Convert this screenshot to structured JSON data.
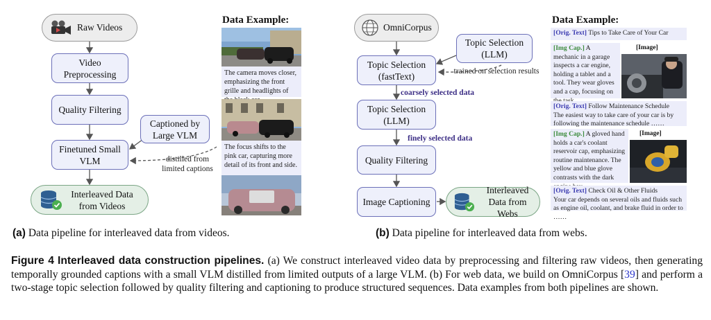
{
  "left": {
    "raw_videos": "Raw Videos",
    "video_preprocessing": "Video Preprocessing",
    "quality_filtering": "Quality Filtering",
    "captioned_by": "Captioned by Large VLM",
    "finetuned": "Finetuned Small VLM",
    "distilled": "distilled from limited captions",
    "interleaved": "Interleaved Data from Videos",
    "example_title": "Data Example:",
    "example_text1": "The camera moves closer, emphasizing the front grille and headlights of the black car.",
    "example_text2": "The focus shifts to the pink car, capturing more detail of its front and side."
  },
  "right": {
    "omnicorpus": "OmniCorpus",
    "topic_fasttext": "Topic Selection (fastText)",
    "topic_llm_side": "Topic Selection (LLM)",
    "trained_on": "trained on selection results",
    "coarse": "coarsely selected data",
    "topic_llm": "Topic Selection (LLM)",
    "fine": "finely selected data",
    "quality_filtering": "Quality Filtering",
    "image_captioning": "Image Captioning",
    "interleaved": "Interleaved Data from Webs",
    "example_title": "Data Example:",
    "orig_tag": "[Orig. Text]",
    "img_cap_tag": "[Img Cap.]",
    "image_tag": "[Image]",
    "web1": "Tips to Take Care of Your Car",
    "web2": "A mechanic in a garage inspects a car engine, holding a tablet and a tool. They wear gloves and a cap, focusing on the task.",
    "web3_title": "Follow Maintenance Schedule",
    "web3_body": "The easiest way to take care of your car is by following the maintenance schedule ……",
    "web4": "A gloved hand holds a car's coolant reservoir cap, emphasizing routine maintenance. The yellow and blue glove contrasts with the dark engine bay",
    "web5_title": "Check Oil & Other Fluids",
    "web5_body": "Your car depends on several oils and fluids such as engine oil, coolant, and brake fluid in order to ……"
  },
  "subcaptions": {
    "a_label": "(a)",
    "a_text": "Data pipeline for interleaved data from videos.",
    "b_label": "(b)",
    "b_text": "Data pipeline for interleaved data from webs."
  },
  "caption": {
    "label": "Figure 4",
    "title": "Interleaved data construction pipelines.",
    "text1": "(a) We construct interleaved video data by preprocessing and filtering raw videos, then generating temporally grounded captions with a small VLM distilled from limited outputs of a large VLM. (b) For web data, we build on OmniCorpus [",
    "cite": "39",
    "text2": "] and perform a two-stage topic selection followed by quality filtering and captioning to produce structured sequences. Data examples from both pipelines are shown."
  }
}
